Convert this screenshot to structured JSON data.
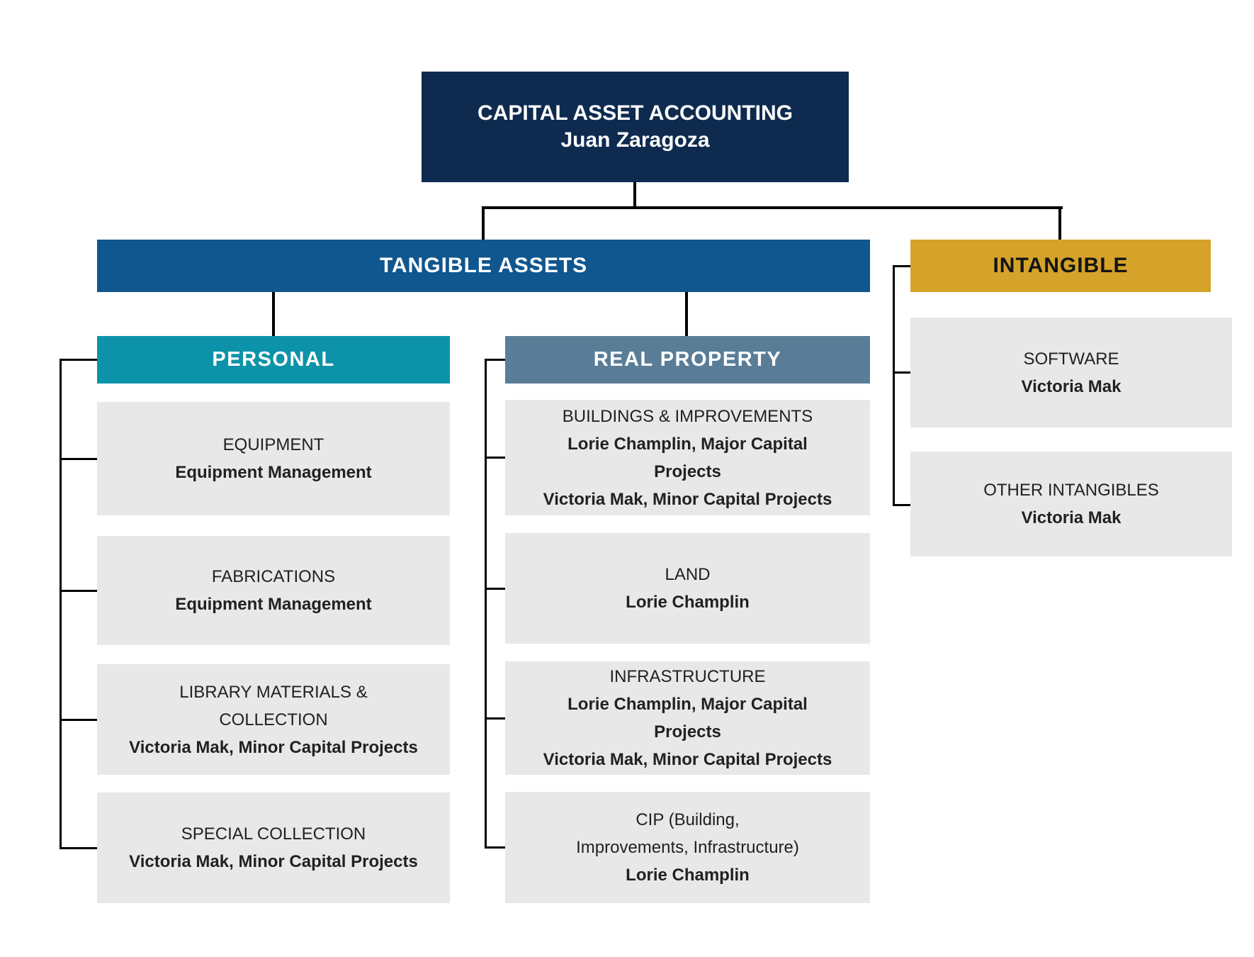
{
  "root": {
    "title": "CAPITAL ASSET ACCOUNTING",
    "subtitle": "Juan Zaragoza"
  },
  "tangible": {
    "label": "TANGIBLE ASSETS"
  },
  "intangible": {
    "label": "INTANGIBLE",
    "children": [
      {
        "title_lines": [
          "SOFTWARE"
        ],
        "owner_lines": [
          "Victoria Mak"
        ]
      },
      {
        "title_lines": [
          "OTHER INTANGIBLES"
        ],
        "owner_lines": [
          "Victoria Mak"
        ]
      }
    ]
  },
  "personal": {
    "label": "PERSONAL",
    "children": [
      {
        "title_lines": [
          "EQUIPMENT"
        ],
        "owner_lines": [
          "Equipment Management"
        ]
      },
      {
        "title_lines": [
          "FABRICATIONS"
        ],
        "owner_lines": [
          "Equipment Management"
        ]
      },
      {
        "title_lines": [
          "LIBRARY MATERIALS &",
          "COLLECTION"
        ],
        "owner_lines": [
          "Victoria Mak, Minor Capital Projects"
        ]
      },
      {
        "title_lines": [
          "SPECIAL COLLECTION"
        ],
        "owner_lines": [
          "Victoria Mak, Minor Capital Projects"
        ]
      }
    ]
  },
  "real_property": {
    "label": "REAL PROPERTY",
    "children": [
      {
        "title_lines": [
          "BUILDINGS & IMPROVEMENTS"
        ],
        "owner_lines": [
          "Lorie Champlin, Major Capital",
          "Projects",
          "Victoria Mak, Minor Capital Projects"
        ]
      },
      {
        "title_lines": [
          "LAND"
        ],
        "owner_lines": [
          "Lorie Champlin"
        ]
      },
      {
        "title_lines": [
          "INFRASTRUCTURE"
        ],
        "owner_lines": [
          "Lorie Champlin, Major Capital",
          "Projects",
          "Victoria Mak, Minor Capital Projects"
        ]
      },
      {
        "title_lines": [
          "CIP (Building,",
          "Improvements, Infrastructure)"
        ],
        "owner_lines": [
          "Lorie Champlin"
        ]
      }
    ]
  },
  "colors": {
    "root_navy": "#0e2b4f",
    "tangible_blue": "#10568f",
    "intangible_gold": "#d5a32a",
    "personal_teal": "#0c93a9",
    "real_property_slate": "#5a7d97",
    "node_gray": "#e8e8e8",
    "connector_black": "#000000",
    "text_light": "#ffffff",
    "text_dark": "#212121"
  }
}
